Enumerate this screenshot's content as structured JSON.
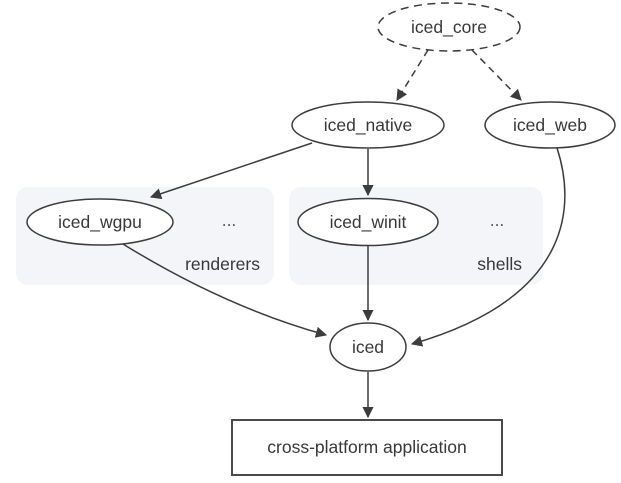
{
  "diagram": {
    "title_hint": "iced crate ecosystem dependency graph",
    "nodes": {
      "iced_core": {
        "label": "iced_core",
        "shape": "ellipse-dashed"
      },
      "iced_native": {
        "label": "iced_native",
        "shape": "ellipse"
      },
      "iced_web": {
        "label": "iced_web",
        "shape": "ellipse"
      },
      "iced_wgpu": {
        "label": "iced_wgpu",
        "shape": "ellipse"
      },
      "iced_winit": {
        "label": "iced_winit",
        "shape": "ellipse"
      },
      "iced": {
        "label": "iced",
        "shape": "ellipse"
      },
      "app": {
        "label": "cross-platform application",
        "shape": "rect"
      }
    },
    "groups": {
      "renderers": {
        "label": "renderers",
        "ellipsis": "..."
      },
      "shells": {
        "label": "shells",
        "ellipsis": "..."
      }
    },
    "edges": [
      {
        "from": "iced_core",
        "to": "iced_native",
        "style": "dashed"
      },
      {
        "from": "iced_core",
        "to": "iced_web",
        "style": "dashed"
      },
      {
        "from": "iced_native",
        "to": "iced_wgpu",
        "style": "solid"
      },
      {
        "from": "iced_native",
        "to": "iced_winit",
        "style": "solid"
      },
      {
        "from": "iced_wgpu",
        "to": "iced",
        "style": "solid"
      },
      {
        "from": "iced_winit",
        "to": "iced",
        "style": "solid"
      },
      {
        "from": "iced_web",
        "to": "iced",
        "style": "solid"
      },
      {
        "from": "iced",
        "to": "app",
        "style": "solid"
      }
    ],
    "colors": {
      "stroke": "#3c3c3c",
      "group_label": "#1a73e8",
      "group_fill": "#f3f5f8",
      "background": "#ffffff"
    }
  }
}
